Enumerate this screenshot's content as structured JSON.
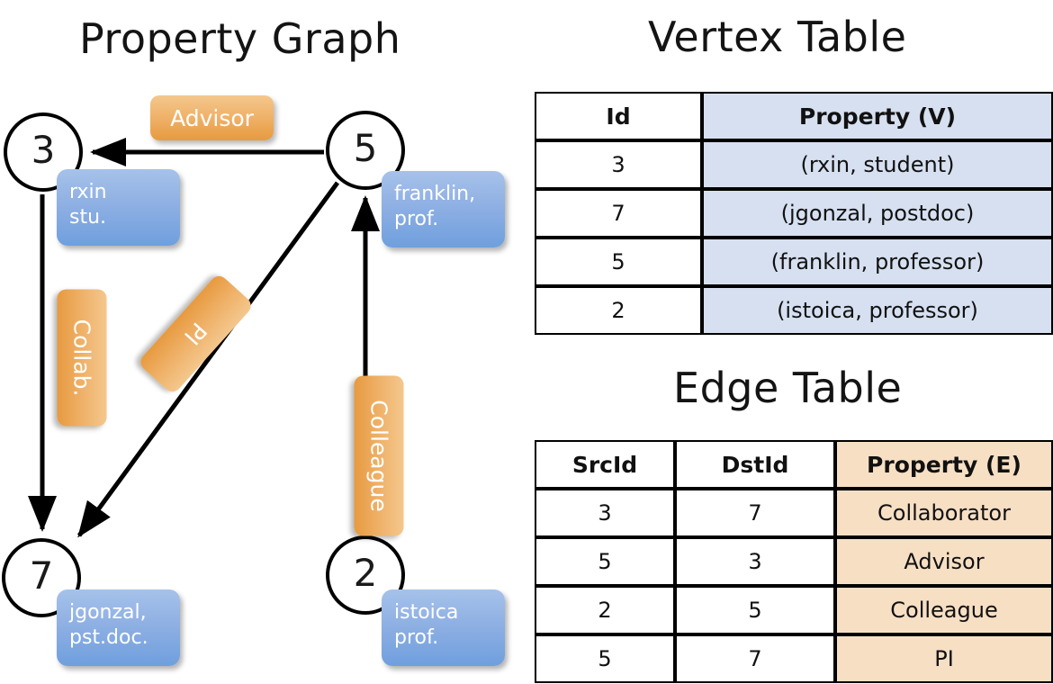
{
  "titles": {
    "property_graph": "Property Graph",
    "vertex_table": "Vertex Table",
    "edge_table": "Edge Table"
  },
  "graph": {
    "nodes": [
      {
        "id": "3",
        "property_label": "rxin\nstu."
      },
      {
        "id": "5",
        "property_label": "franklin,\nprof."
      },
      {
        "id": "7",
        "property_label": "jgonzal,\npst.doc."
      },
      {
        "id": "2",
        "property_label": "istoica\nprof."
      }
    ],
    "node_labels": {
      "n3": "3",
      "n5": "5",
      "n7": "7",
      "n2": "2"
    },
    "property_boxes": {
      "p3_line1": "rxin",
      "p3_line2": "stu.",
      "p5_line1": "franklin,",
      "p5_line2": "prof.",
      "p7_line1": "jgonzal,",
      "p7_line2": "pst.doc.",
      "p2_line1": "istoica",
      "p2_line2": "prof."
    },
    "edge_labels": {
      "advisor": "Advisor",
      "collab": "Collab.",
      "pi": "PI",
      "colleague": "Colleague"
    },
    "edges": [
      {
        "from": "5",
        "to": "3",
        "label": "Advisor"
      },
      {
        "from": "3",
        "to": "7",
        "label": "Collab."
      },
      {
        "from": "5",
        "to": "7",
        "label": "PI"
      },
      {
        "from": "2",
        "to": "5",
        "label": "Colleague"
      }
    ]
  },
  "vertex_table": {
    "headers": [
      "Id",
      "Property (V)"
    ],
    "rows": [
      {
        "id": "3",
        "property": "(rxin, student)"
      },
      {
        "id": "7",
        "property": "(jgonzal, postdoc)"
      },
      {
        "id": "5",
        "property": "(franklin, professor)"
      },
      {
        "id": "2",
        "property": "(istoica, professor)"
      }
    ]
  },
  "edge_table": {
    "headers": [
      "SrcId",
      "DstId",
      "Property (E)"
    ],
    "rows": [
      {
        "src": "3",
        "dst": "7",
        "property": "Collaborator"
      },
      {
        "src": "5",
        "dst": "3",
        "property": "Advisor"
      },
      {
        "src": "2",
        "dst": "5",
        "property": "Colleague"
      },
      {
        "src": "5",
        "dst": "7",
        "property": "PI"
      }
    ]
  },
  "colors": {
    "node_property_fill": "#8fb0e3",
    "edge_label_fill": "#efb168",
    "vertex_property_cell": "#d6e0f0",
    "edge_property_cell": "#f7dfc4",
    "stroke": "#000000"
  }
}
